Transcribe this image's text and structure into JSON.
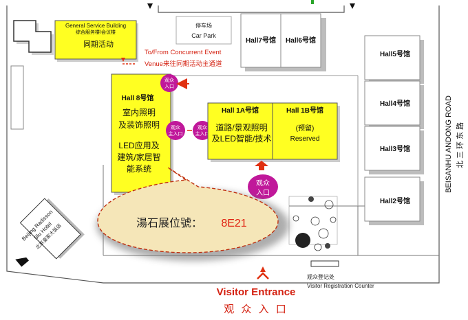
{
  "map": {
    "general_service": {
      "en": "General Service Building",
      "cn": "综合服务楼/会议楼",
      "event": "同期活动"
    },
    "car_park": {
      "cn": "停车场",
      "en": "Car Park"
    },
    "concurrent_event": {
      "line1": "To/From Concurrent Event",
      "line2": "Venue来往同期活动主通道"
    },
    "halls": {
      "hall7": "Hall7号馆",
      "hall6": "Hall6号馆",
      "hall5": "Hall5号馆",
      "hall4": "Hall4号馆",
      "hall3": "Hall3号馆",
      "hall2": "Hall2号馆",
      "hall8": {
        "title": "Hall 8号馆",
        "line1": "室内照明",
        "line2": "及装饰照明",
        "line3": "LED应用及",
        "line4": "建筑/家居智",
        "line5": "能系统"
      },
      "hall1a": {
        "title": "Hall 1A号馆",
        "line1": "道路/景观照明",
        "line2": "及LED智能/技术"
      },
      "hall1b": {
        "title": "Hall 1B号馆",
        "line1": "(预留)",
        "line2": "Reserved"
      }
    },
    "entrances": {
      "visitor_top": "观众",
      "visitor_bottom": "入口",
      "main_top": "观众",
      "main_bottom": "主入口",
      "big_top": "观众",
      "big_bottom": "入口"
    },
    "road": {
      "en": "BEISANHU ANDONG ROAD",
      "cn": "北三环东路"
    },
    "hotel": {
      "line1": "Beijing Radisson",
      "line2": "Blu Hotel",
      "line3": "北京皇家大饭店"
    },
    "registration": {
      "cn": "观众登记处",
      "en": "Visitor Registration Counter"
    },
    "visitor_entrance": {
      "en": "Visitor Entrance",
      "cn": "观 众 入 口"
    },
    "callout": {
      "label": "湯石展位號：",
      "booth": "8E21"
    }
  },
  "colors": {
    "hall_yellow": "#ffff22",
    "entrance_magenta": "#c0189a",
    "arrow_red": "#e03010",
    "callout_fill": "#f5e6b8",
    "callout_border": "#c03010",
    "booth_red": "#e02010"
  }
}
